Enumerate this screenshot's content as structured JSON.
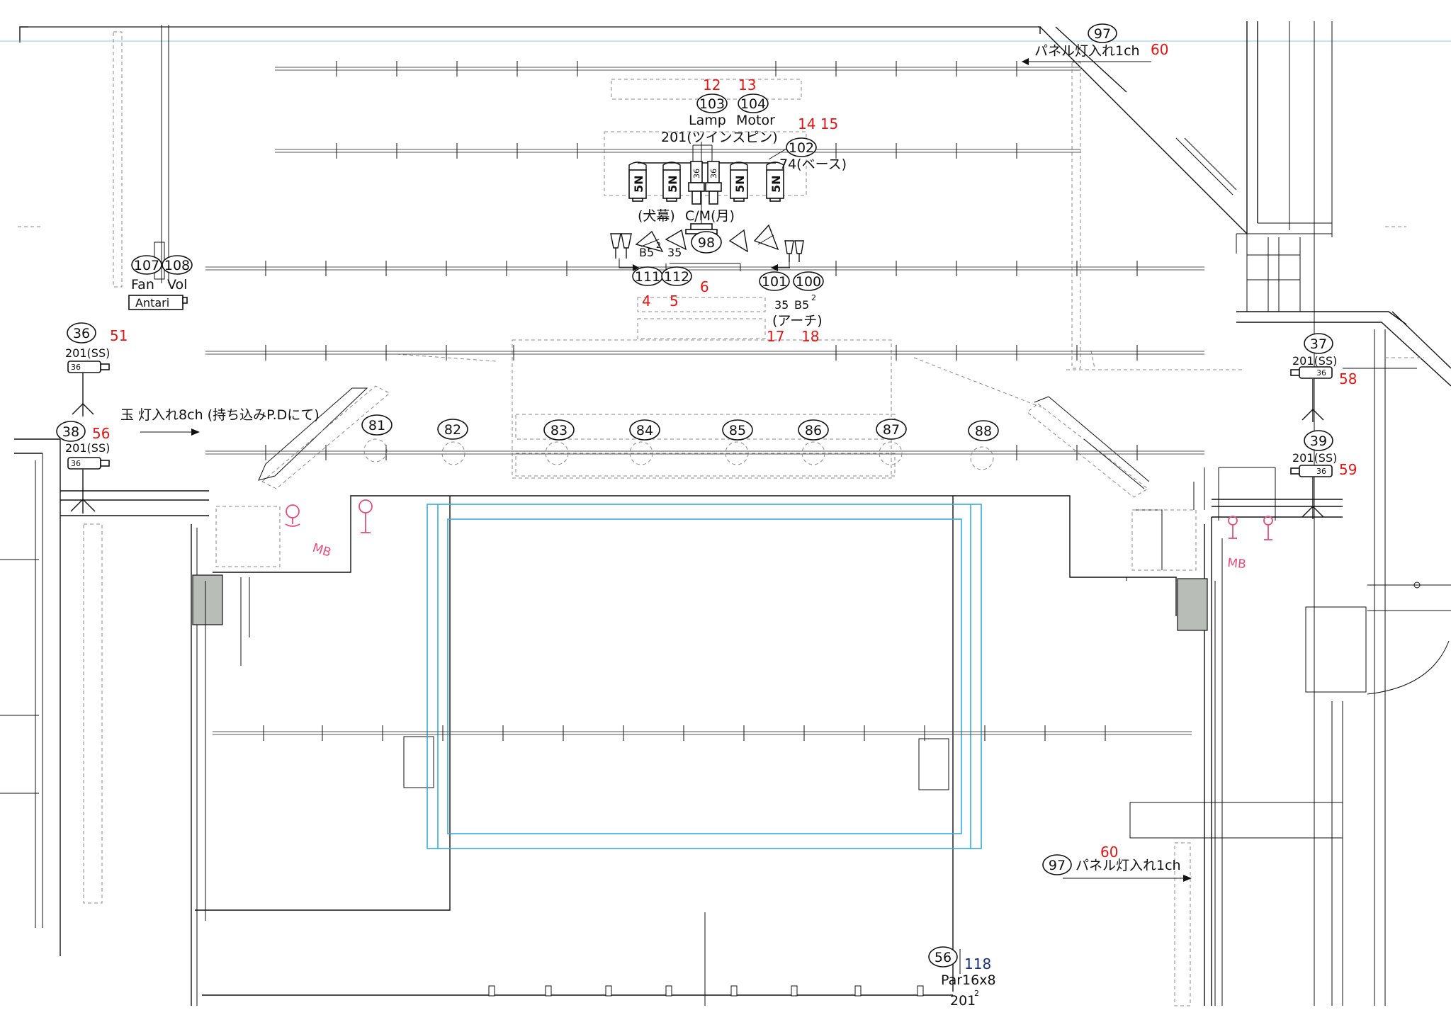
{
  "circuits": [
    {
      "id": "c97a",
      "num": "97"
    },
    {
      "id": "c103",
      "num": "103"
    },
    {
      "id": "c104",
      "num": "104"
    },
    {
      "id": "c102",
      "num": "102"
    },
    {
      "id": "c98",
      "num": "98"
    },
    {
      "id": "c107",
      "num": "107"
    },
    {
      "id": "c108",
      "num": "108"
    },
    {
      "id": "c111",
      "num": "111"
    },
    {
      "id": "c112",
      "num": "112"
    },
    {
      "id": "c101",
      "num": "101"
    },
    {
      "id": "c100",
      "num": "100"
    },
    {
      "id": "c36",
      "num": "36"
    },
    {
      "id": "c37",
      "num": "37"
    },
    {
      "id": "c38",
      "num": "38"
    },
    {
      "id": "c39",
      "num": "39"
    },
    {
      "id": "c81",
      "num": "81"
    },
    {
      "id": "c82",
      "num": "82"
    },
    {
      "id": "c83",
      "num": "83"
    },
    {
      "id": "c84",
      "num": "84"
    },
    {
      "id": "c85",
      "num": "85"
    },
    {
      "id": "c86",
      "num": "86"
    },
    {
      "id": "c87",
      "num": "87"
    },
    {
      "id": "c88",
      "num": "88"
    },
    {
      "id": "c97b",
      "num": "97"
    },
    {
      "id": "c56",
      "num": "56"
    }
  ],
  "channels": [
    {
      "id": "ch60a",
      "text": "60"
    },
    {
      "id": "ch12",
      "text": "12"
    },
    {
      "id": "ch13",
      "text": "13"
    },
    {
      "id": "ch1415",
      "text": "14 15"
    },
    {
      "id": "ch51",
      "text": "51"
    },
    {
      "id": "ch4",
      "text": "4"
    },
    {
      "id": "ch5",
      "text": "5"
    },
    {
      "id": "ch6",
      "text": "6"
    },
    {
      "id": "ch17",
      "text": "17"
    },
    {
      "id": "ch18",
      "text": "18"
    },
    {
      "id": "ch58",
      "text": "58"
    },
    {
      "id": "ch56",
      "text": "56"
    },
    {
      "id": "ch59",
      "text": "59"
    },
    {
      "id": "ch60b",
      "text": "60"
    }
  ],
  "labels": [
    {
      "id": "lbl_panel_top",
      "text": "パネル灯入れ1ch"
    },
    {
      "id": "lbl_lamp",
      "text": "Lamp"
    },
    {
      "id": "lbl_motor",
      "text": "Motor"
    },
    {
      "id": "lbl_twinspin",
      "text": "201(ツインスピン)"
    },
    {
      "id": "lbl_base",
      "text": "74(ベース)"
    },
    {
      "id": "lbl_inumaku",
      "text": "(犬幕)"
    },
    {
      "id": "lbl_cm",
      "text": "C/M(月)"
    },
    {
      "id": "lbl_b5_left",
      "text": "B5"
    },
    {
      "id": "lbl_35_left",
      "text": "35"
    },
    {
      "id": "lbl_fan",
      "text": "Fan"
    },
    {
      "id": "lbl_vol",
      "text": "Vol"
    },
    {
      "id": "lbl_antari",
      "text": "Antari"
    },
    {
      "id": "lbl_35_right",
      "text": "35"
    },
    {
      "id": "lbl_b5_right",
      "text": "B5"
    },
    {
      "id": "lbl_arch",
      "text": "(アーチ)"
    },
    {
      "id": "lbl_201ss_36",
      "text": "201(SS)"
    },
    {
      "id": "lbl_201ss_37",
      "text": "201(SS)"
    },
    {
      "id": "lbl_201ss_38",
      "text": "201(SS)"
    },
    {
      "id": "lbl_201ss_39",
      "text": "201(SS)"
    },
    {
      "id": "lbl_tama",
      "text": "玉 灯入れ8ch (持ち込みP.Dにて)"
    },
    {
      "id": "lbl_panel_bottom",
      "text": "パネル灯入れ1ch"
    },
    {
      "id": "lbl_par",
      "text": "Par16x8"
    },
    {
      "id": "lbl_201_bottom",
      "text": "201"
    },
    {
      "id": "lbl_118",
      "text": "118"
    }
  ],
  "fixtures": [
    {
      "id": "fx5n_1",
      "text": "5N"
    },
    {
      "id": "fx5n_2",
      "text": "5N"
    },
    {
      "id": "fx36_1",
      "text": "36"
    },
    {
      "id": "fx36_2",
      "text": "36"
    },
    {
      "id": "fx5n_3",
      "text": "5N"
    },
    {
      "id": "fx5n_4",
      "text": "5N"
    },
    {
      "id": "ss36_a",
      "text": "36"
    },
    {
      "id": "ss36_b",
      "text": "36"
    },
    {
      "id": "ss36_c",
      "text": "36"
    },
    {
      "id": "ss36_d",
      "text": "36"
    }
  ],
  "superscripts": [
    {
      "id": "sup_b5_left",
      "text": "2"
    },
    {
      "id": "sup_b5_right",
      "text": "2"
    },
    {
      "id": "sup_201",
      "text": "2"
    }
  ],
  "handwritten": [
    {
      "id": "hw_left",
      "text": "MB"
    },
    {
      "id": "hw_right",
      "text": "MB"
    }
  ]
}
